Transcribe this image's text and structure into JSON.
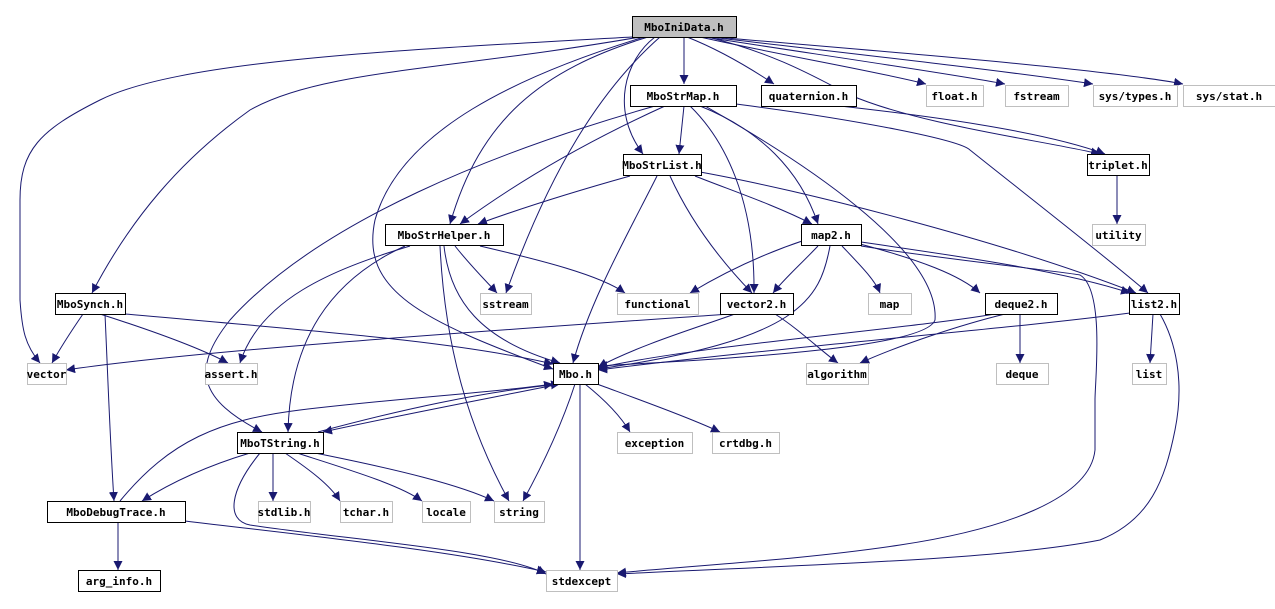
{
  "title": "MboIniData.h include dependency graph",
  "colors": {
    "edge": "#191970",
    "root_fill": "#bfbfbf",
    "local_border": "#000000",
    "external_border": "#bfbfbf"
  },
  "nodes": [
    {
      "id": "MboIniData.h",
      "label": "MboIniData.h",
      "kind": "root"
    },
    {
      "id": "MboStrMap.h",
      "label": "MboStrMap.h",
      "kind": "local"
    },
    {
      "id": "quaternion.h",
      "label": "quaternion.h",
      "kind": "local"
    },
    {
      "id": "float.h",
      "label": "float.h",
      "kind": "external"
    },
    {
      "id": "fstream",
      "label": "fstream",
      "kind": "external"
    },
    {
      "id": "sys/types.h",
      "label": "sys/types.h",
      "kind": "external"
    },
    {
      "id": "sys/stat.h",
      "label": "sys/stat.h",
      "kind": "external"
    },
    {
      "id": "MboStrList.h",
      "label": "MboStrList.h",
      "kind": "local"
    },
    {
      "id": "triplet.h",
      "label": "triplet.h",
      "kind": "local"
    },
    {
      "id": "MboStrHelper.h",
      "label": "MboStrHelper.h",
      "kind": "local"
    },
    {
      "id": "map2.h",
      "label": "map2.h",
      "kind": "local"
    },
    {
      "id": "utility",
      "label": "utility",
      "kind": "external"
    },
    {
      "id": "MboSynch.h",
      "label": "MboSynch.h",
      "kind": "local"
    },
    {
      "id": "sstream",
      "label": "sstream",
      "kind": "external"
    },
    {
      "id": "functional",
      "label": "functional",
      "kind": "external"
    },
    {
      "id": "vector2.h",
      "label": "vector2.h",
      "kind": "local"
    },
    {
      "id": "map",
      "label": "map",
      "kind": "external"
    },
    {
      "id": "deque2.h",
      "label": "deque2.h",
      "kind": "local"
    },
    {
      "id": "list2.h",
      "label": "list2.h",
      "kind": "local"
    },
    {
      "id": "vector",
      "label": "vector",
      "kind": "external"
    },
    {
      "id": "assert.h",
      "label": "assert.h",
      "kind": "external"
    },
    {
      "id": "Mbo.h",
      "label": "Mbo.h",
      "kind": "local"
    },
    {
      "id": "algorithm",
      "label": "algorithm",
      "kind": "external"
    },
    {
      "id": "deque",
      "label": "deque",
      "kind": "external"
    },
    {
      "id": "list",
      "label": "list",
      "kind": "external"
    },
    {
      "id": "MboTString.h",
      "label": "MboTString.h",
      "kind": "local"
    },
    {
      "id": "exception",
      "label": "exception",
      "kind": "external"
    },
    {
      "id": "crtdbg.h",
      "label": "crtdbg.h",
      "kind": "external"
    },
    {
      "id": "MboDebugTrace.h",
      "label": "MboDebugTrace.h",
      "kind": "local"
    },
    {
      "id": "stdlib.h",
      "label": "stdlib.h",
      "kind": "external"
    },
    {
      "id": "tchar.h",
      "label": "tchar.h",
      "kind": "external"
    },
    {
      "id": "locale",
      "label": "locale",
      "kind": "external"
    },
    {
      "id": "string",
      "label": "string",
      "kind": "external"
    },
    {
      "id": "arg_info.h",
      "label": "arg_info.h",
      "kind": "local"
    },
    {
      "id": "stdexcept",
      "label": "stdexcept",
      "kind": "external"
    }
  ],
  "edges": [
    [
      "MboIniData.h",
      "MboStrMap.h"
    ],
    [
      "MboIniData.h",
      "quaternion.h"
    ],
    [
      "MboIniData.h",
      "float.h"
    ],
    [
      "MboIniData.h",
      "fstream"
    ],
    [
      "MboIniData.h",
      "sys/types.h"
    ],
    [
      "MboIniData.h",
      "sys/stat.h"
    ],
    [
      "MboIniData.h",
      "triplet.h"
    ],
    [
      "MboIniData.h",
      "MboStrList.h"
    ],
    [
      "MboIniData.h",
      "MboStrHelper.h"
    ],
    [
      "MboIniData.h",
      "MboSynch.h"
    ],
    [
      "MboIniData.h",
      "vector"
    ],
    [
      "MboIniData.h",
      "sstream"
    ],
    [
      "MboIniData.h",
      "Mbo.h"
    ],
    [
      "MboStrMap.h",
      "MboStrList.h"
    ],
    [
      "MboStrMap.h",
      "MboStrHelper.h"
    ],
    [
      "MboStrMap.h",
      "map2.h"
    ],
    [
      "MboStrMap.h",
      "vector2.h"
    ],
    [
      "MboStrMap.h",
      "list2.h"
    ],
    [
      "MboStrMap.h",
      "Mbo.h"
    ],
    [
      "MboStrMap.h",
      "MboTString.h"
    ],
    [
      "quaternion.h",
      "triplet.h"
    ],
    [
      "triplet.h",
      "utility"
    ],
    [
      "MboStrList.h",
      "MboStrHelper.h"
    ],
    [
      "MboStrList.h",
      "map2.h"
    ],
    [
      "MboStrList.h",
      "vector2.h"
    ],
    [
      "MboStrList.h",
      "list2.h"
    ],
    [
      "MboStrList.h",
      "Mbo.h"
    ],
    [
      "MboStrHelper.h",
      "sstream"
    ],
    [
      "MboStrHelper.h",
      "functional"
    ],
    [
      "MboStrHelper.h",
      "Mbo.h"
    ],
    [
      "MboStrHelper.h",
      "assert.h"
    ],
    [
      "MboStrHelper.h",
      "MboTString.h"
    ],
    [
      "MboStrHelper.h",
      "string"
    ],
    [
      "map2.h",
      "functional"
    ],
    [
      "map2.h",
      "vector2.h"
    ],
    [
      "map2.h",
      "map"
    ],
    [
      "map2.h",
      "deque2.h"
    ],
    [
      "map2.h",
      "list2.h"
    ],
    [
      "map2.h",
      "Mbo.h"
    ],
    [
      "map2.h",
      "stdexcept"
    ],
    [
      "MboSynch.h",
      "vector"
    ],
    [
      "MboSynch.h",
      "assert.h"
    ],
    [
      "MboSynch.h",
      "Mbo.h"
    ],
    [
      "MboSynch.h",
      "MboDebugTrace.h"
    ],
    [
      "vector2.h",
      "vector"
    ],
    [
      "vector2.h",
      "Mbo.h"
    ],
    [
      "vector2.h",
      "algorithm"
    ],
    [
      "deque2.h",
      "Mbo.h"
    ],
    [
      "deque2.h",
      "algorithm"
    ],
    [
      "deque2.h",
      "deque"
    ],
    [
      "list2.h",
      "Mbo.h"
    ],
    [
      "list2.h",
      "list"
    ],
    [
      "list2.h",
      "stdexcept"
    ],
    [
      "Mbo.h",
      "MboTString.h"
    ],
    [
      "Mbo.h",
      "exception"
    ],
    [
      "Mbo.h",
      "crtdbg.h"
    ],
    [
      "Mbo.h",
      "string"
    ],
    [
      "Mbo.h",
      "stdexcept"
    ],
    [
      "MboTString.h",
      "Mbo.h"
    ],
    [
      "MboTString.h",
      "MboDebugTrace.h"
    ],
    [
      "MboTString.h",
      "stdlib.h"
    ],
    [
      "MboTString.h",
      "tchar.h"
    ],
    [
      "MboTString.h",
      "locale"
    ],
    [
      "MboTString.h",
      "string"
    ],
    [
      "MboTString.h",
      "stdexcept"
    ],
    [
      "MboDebugTrace.h",
      "Mbo.h"
    ],
    [
      "MboDebugTrace.h",
      "arg_info.h"
    ],
    [
      "MboDebugTrace.h",
      "stdexcept"
    ]
  ]
}
